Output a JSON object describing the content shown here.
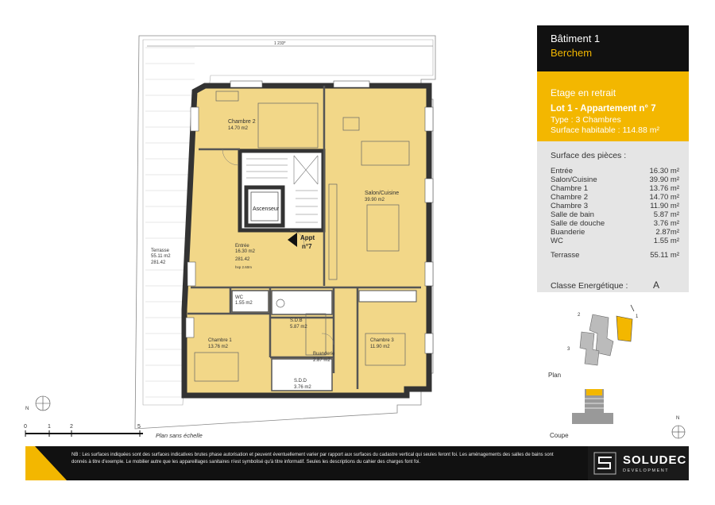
{
  "header": {
    "building": "Bâtiment 1",
    "city": "Berchem"
  },
  "summary": {
    "floor": "Etage en retrait",
    "lot": "Lot 1 - Appartement n° 7",
    "type": "Type : 3 Chambres",
    "surface": "Surface habitable : 114.88 m²"
  },
  "rooms_heading": "Surface des pièces :",
  "rooms": [
    {
      "name": "Entrée",
      "value": "16.30 m²"
    },
    {
      "name": "Salon/Cuisine",
      "value": "39.90 m²"
    },
    {
      "name": "Chambre 1",
      "value": "13.76 m²"
    },
    {
      "name": "Chambre 2",
      "value": "14.70 m²"
    },
    {
      "name": "Chambre 3",
      "value": "11.90 m²"
    },
    {
      "name": "Salle de bain",
      "value": "5.87 m²"
    },
    {
      "name": "Salle de douche",
      "value": "3.76 m²"
    },
    {
      "name": "Buanderie",
      "value": "2.87m²"
    },
    {
      "name": "WC",
      "value": "1.55 m²"
    }
  ],
  "terrace": {
    "name": "Terrasse",
    "value": "55.11 m²"
  },
  "energy": {
    "label": "Classe Energétique :",
    "value": "A"
  },
  "plan_labels": {
    "chambre2": "Chambre 2",
    "chambre2_area": "14.70 m2",
    "salon": "Salon/Cuisine",
    "salon_area": "39.90 m2",
    "entree": "Entrée",
    "entree_area": "16.30 m2",
    "entree_level": "281.42",
    "entree_hsp": "hsp 2.60m",
    "ascenseur": "Ascenseur",
    "appt": "Appt",
    "appt_n": "n°7",
    "wc": "WC",
    "wc_area": "1.55 m2",
    "sdb": "S.D.B",
    "sdb_area": "5.87 m2",
    "chambre1": "Chambre 1",
    "chambre1_area": "13.76 m2",
    "buanderie": "Buanderie",
    "buanderie_area": "2.87 m2",
    "chambre3": "Chambre 3",
    "chambre3_area": "11.90 m2",
    "sdd": "S.D.D",
    "sdd_area": "3.76 m2",
    "terrasse": "Terrasse",
    "terrasse_area": "55.11 m2",
    "terrasse_level": "281.42",
    "dim_top": "1 233*"
  },
  "scale": {
    "ticks": [
      "0",
      "1",
      "2",
      "5"
    ],
    "caption": "Plan sans échelle"
  },
  "mini": {
    "plan": "Plan",
    "coupe": "Coupe",
    "n1": "1",
    "n2": "2",
    "n3": "3",
    "north": "N"
  },
  "footer": {
    "note": "NB : Les surfaces indiquées sont des surfaces indicatives brutes phase autorisation et peuvent éventuellement varier par rapport aux surfaces du cadastre vertical qui seules feront foi. Les aménagements des salles de bains sont donnés à titre d'exemple. Le mobilier autre que les appareillages sanitaires n'est symbolisé qu'à titre informatif. Seules les descriptions du cahier des charges font foi.",
    "brand": "SOLUDEC",
    "sub": "DEVELOPMENT"
  },
  "colors": {
    "accent": "#f3b700",
    "plan_fill": "#f2d788",
    "dark": "#111111"
  }
}
